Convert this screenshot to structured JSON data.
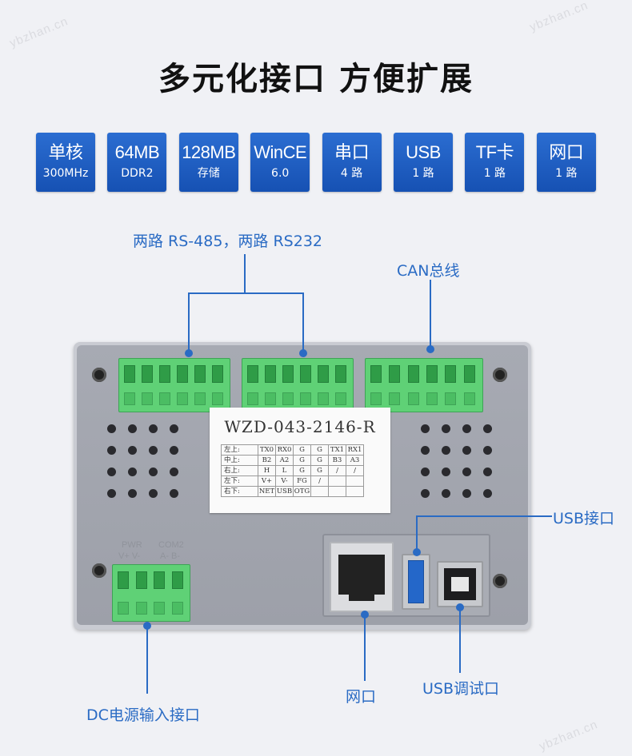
{
  "watermark": "ybzhan.cn",
  "title": "多元化接口  方便扩展",
  "badges": [
    {
      "top": "单核",
      "bottom": "300MHz"
    },
    {
      "top": "64MB",
      "bottom": "DDR2"
    },
    {
      "top": "128MB",
      "bottom": "存储"
    },
    {
      "top": "WinCE",
      "bottom": "6.0"
    },
    {
      "top": "串口",
      "bottom": "4 路"
    },
    {
      "top": "USB",
      "bottom": "1 路"
    },
    {
      "top": "TF卡",
      "bottom": "1 路"
    },
    {
      "top": "网口",
      "bottom": "1 路"
    }
  ],
  "callouts": {
    "serial": "两路 RS-485，两路 RS232",
    "can": "CAN总线",
    "usb_port": "USB接口",
    "network": "网口",
    "usb_debug": "USB调试口",
    "dc_power": "DC电源输入接口"
  },
  "device": {
    "model": "WZD-043-2146-R",
    "pinout_rows": [
      [
        "左上:",
        "TX0",
        "RX0",
        "G",
        "G",
        "TX1",
        "RX1"
      ],
      [
        "中上:",
        "B2",
        "A2",
        "G",
        "G",
        "B3",
        "A3"
      ],
      [
        "右上:",
        "H",
        "L",
        "G",
        "G",
        "/",
        "/"
      ],
      [
        "左下:",
        "V+",
        "V-",
        "FG",
        "/",
        "",
        ""
      ],
      [
        "右下:",
        "NET",
        "USB",
        "OTG",
        "",
        "",
        ""
      ]
    ],
    "power_label": "PWR",
    "com_label": "COM2",
    "power_pins": "V+  V-",
    "com_pins": "A-  B-"
  },
  "colors": {
    "accent": "#2a6bc4",
    "badge": "#1f5fc4",
    "terminal": "#5fd176"
  }
}
